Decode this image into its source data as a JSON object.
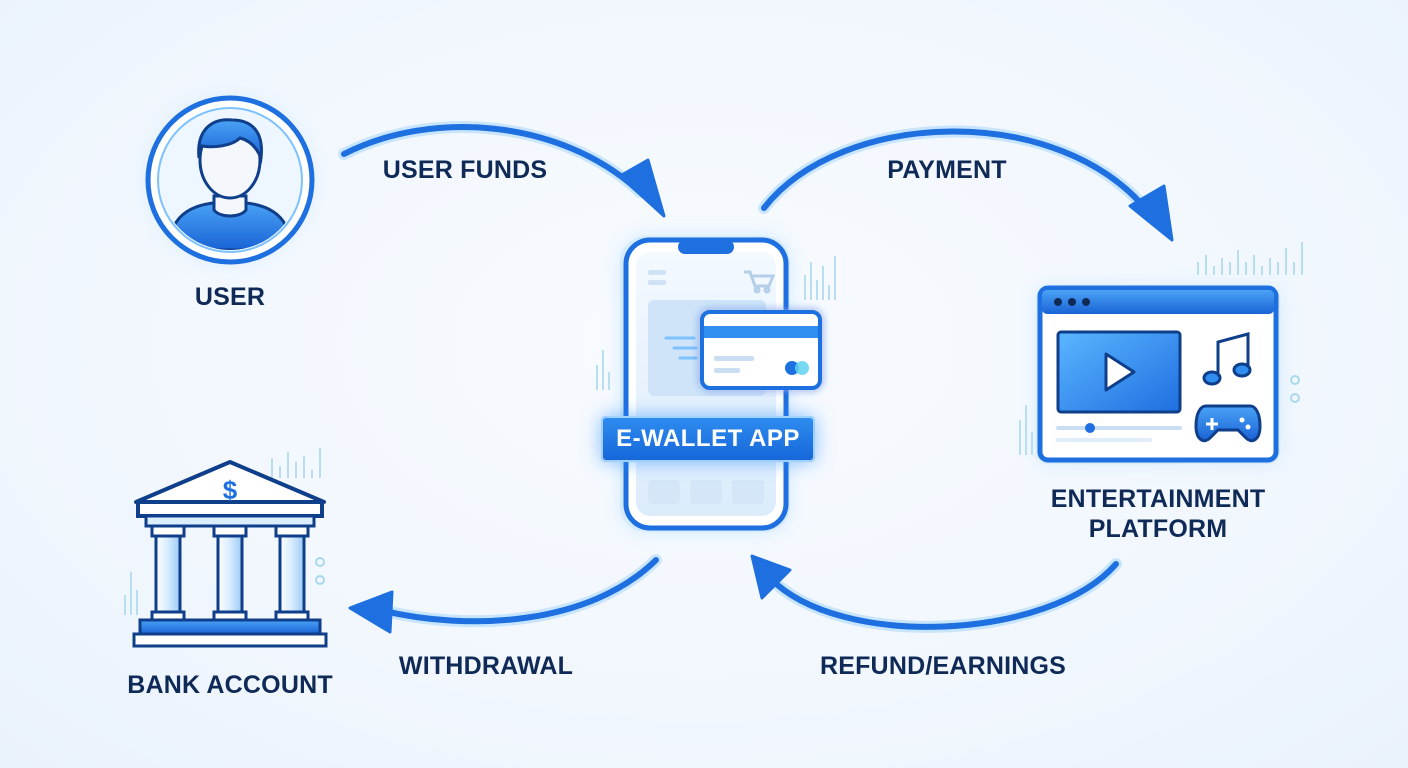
{
  "nodes": {
    "user": {
      "label": "USER",
      "icon": "user-avatar-icon"
    },
    "ewallet": {
      "label": "E-WALLET APP",
      "icon": "smartphone-icon"
    },
    "entertainment": {
      "label": "ENTERTAINMENT PLATFORM",
      "icon": "media-window-icon"
    },
    "bank": {
      "label": "BANK ACCOUNT",
      "icon": "bank-building-icon",
      "symbol": "$"
    }
  },
  "flows": {
    "user_funds": "USER FUNDS",
    "payment": "PAYMENT",
    "withdrawal": "WITHDRAWAL",
    "refund_earnings": "REFUND/EARNINGS"
  },
  "colors": {
    "primary": "#1e6fe0",
    "accent": "#2f8ef0",
    "text": "#0f2a57",
    "background": "#f3f8fd",
    "glow": "#7cc2ff"
  }
}
